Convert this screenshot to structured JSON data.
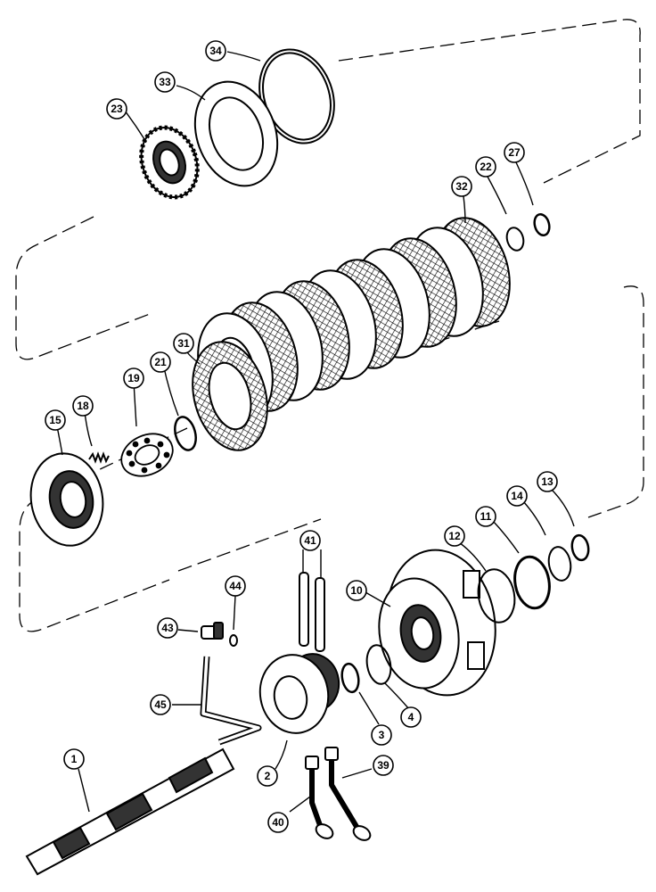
{
  "diagram": {
    "type": "exploded-parts-view",
    "colors": {
      "line": "#000000",
      "background": "#ffffff"
    },
    "callouts": [
      {
        "id": "c34",
        "label": "34"
      },
      {
        "id": "c33",
        "label": "33"
      },
      {
        "id": "c23",
        "label": "23"
      },
      {
        "id": "c32",
        "label": "32"
      },
      {
        "id": "c22",
        "label": "22"
      },
      {
        "id": "c27",
        "label": "27"
      },
      {
        "id": "c31",
        "label": "31"
      },
      {
        "id": "c21",
        "label": "21"
      },
      {
        "id": "c19",
        "label": "19"
      },
      {
        "id": "c18",
        "label": "18"
      },
      {
        "id": "c15",
        "label": "15"
      },
      {
        "id": "c12",
        "label": "12"
      },
      {
        "id": "c11",
        "label": "11"
      },
      {
        "id": "c14",
        "label": "14"
      },
      {
        "id": "c13",
        "label": "13"
      },
      {
        "id": "c10",
        "label": "10"
      },
      {
        "id": "c41",
        "label": "41"
      },
      {
        "id": "c44",
        "label": "44"
      },
      {
        "id": "c43",
        "label": "43"
      },
      {
        "id": "c45",
        "label": "45"
      },
      {
        "id": "c3",
        "label": "3"
      },
      {
        "id": "c4",
        "label": "4"
      },
      {
        "id": "c2",
        "label": "2"
      },
      {
        "id": "c39",
        "label": "39"
      },
      {
        "id": "c40",
        "label": "40"
      },
      {
        "id": "c1",
        "label": "1"
      }
    ]
  }
}
